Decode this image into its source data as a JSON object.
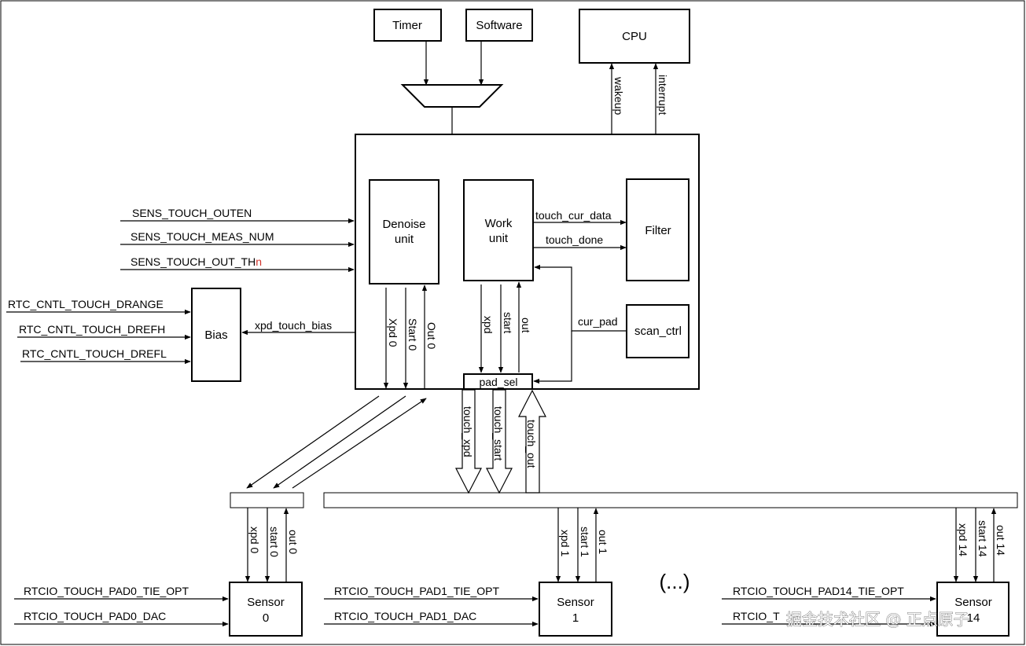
{
  "blocks": {
    "timer": "Timer",
    "software": "Software",
    "cpu": "CPU",
    "denoise_line1": "Denoise",
    "denoise_line2": "unit",
    "work_line1": "Work",
    "work_line2": "unit",
    "filter": "Filter",
    "scan_ctrl": "scan_ctrl",
    "bias": "Bias",
    "pad_sel": "pad_sel",
    "sensor0_line1": "Sensor",
    "sensor0_line2": "0",
    "sensor1_line1": "Sensor",
    "sensor1_line2": "1",
    "sensor14_line1": "Sensor",
    "sensor14_line2": "14",
    "ellipsis": "(...)"
  },
  "signals": {
    "wakeup": "wakeup",
    "interrupt": "interrupt",
    "touch_cur_data": "touch_cur_data",
    "touch_done": "touch_done",
    "cur_pad": "cur_pad",
    "xpd_touch_bias": "xpd_touch_bias",
    "xpd0": "Xpd 0",
    "start0": "Start 0",
    "out0": "Out 0",
    "xpd": "xpd",
    "start": "start",
    "out": "out",
    "touch_xpd": "touch_xpd",
    "touch_start": "touch_start",
    "touch_out": "touch_out",
    "s0_xpd": "xpd 0",
    "s0_start": "start 0",
    "s0_out": "out 0",
    "s1_xpd": "xpd 1",
    "s1_start": "start 1",
    "s1_out": "out 1",
    "s14_xpd": "xpd 14",
    "s14_start": "start 14",
    "s14_out": "out 14"
  },
  "registers": {
    "outen": "SENS_TOUCH_OUTEN",
    "meas_num": "SENS_TOUCH_MEAS_NUM",
    "out_th_prefix": "SENS_TOUCH_OUT_TH",
    "out_th_suffix": "n",
    "drange": "RTC_CNTL_TOUCH_DRANGE",
    "drefh": "RTC_CNTL_TOUCH_DREFH",
    "drefl": "RTC_CNTL_TOUCH_DREFL",
    "pad0_tie": "RTCIO_TOUCH_PAD0_TIE_OPT",
    "pad0_dac": "RTCIO_TOUCH_PAD0_DAC",
    "pad1_tie": "RTCIO_TOUCH_PAD1_TIE_OPT",
    "pad1_dac": "RTCIO_TOUCH_PAD1_DAC",
    "pad14_tie": "RTCIO_TOUCH_PAD14_TIE_OPT",
    "pad14_dac_partial": "RTCIO_T"
  },
  "colors": {
    "line": "#000000",
    "highlight": "#d0342c"
  },
  "watermark": "掘金技术社区 @ 正点原子"
}
